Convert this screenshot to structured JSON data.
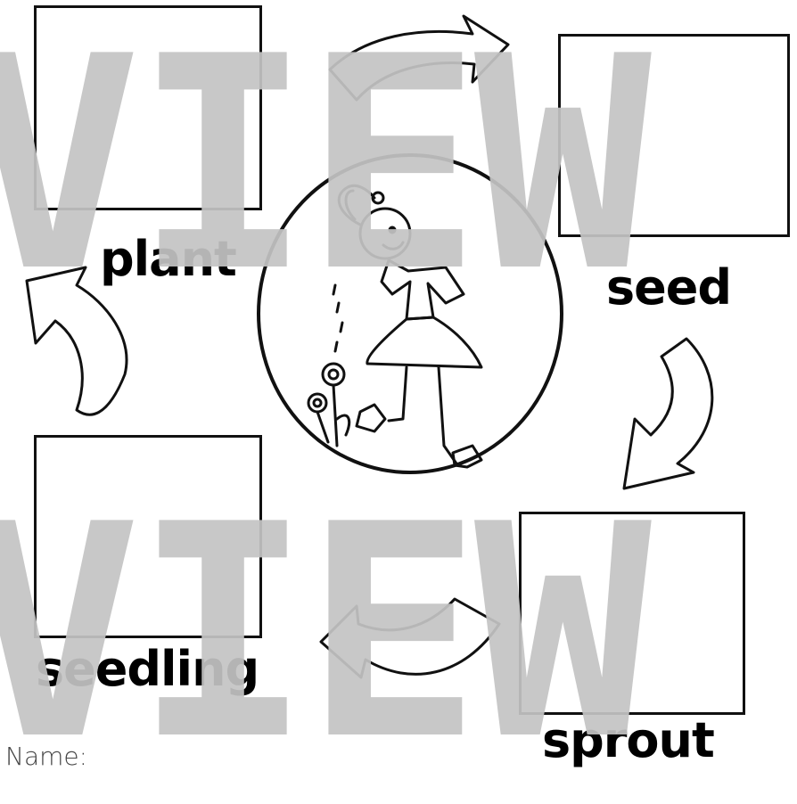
{
  "labels": {
    "plant": "plant",
    "seed": "seed",
    "seedling": "seedling",
    "sprout": "sprout"
  },
  "name_field": {
    "label": "Name:"
  },
  "watermark": {
    "top": "VIEW",
    "bottom": "VIEW"
  }
}
